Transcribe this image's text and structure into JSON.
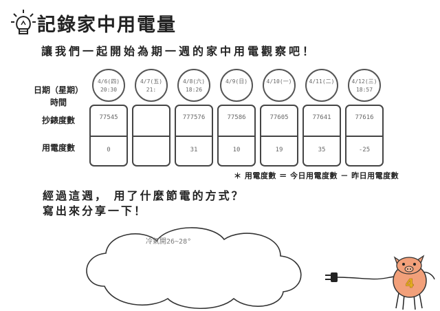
{
  "header": {
    "title": "記錄家中用電量",
    "icon": "lightbulb-icon"
  },
  "instruction": "讓我們一起開始為期一週的家中用電觀察吧！",
  "table": {
    "labels": {
      "date": "日期（星期）",
      "time": "時間",
      "reading": "抄錶度數",
      "usage": "用電度數"
    },
    "days": [
      {
        "date": "4/6(四)",
        "time": "20:30",
        "reading": "77545",
        "usage": "0"
      },
      {
        "date": "4/7(五)",
        "time": "21:",
        "reading": "",
        "usage": ""
      },
      {
        "date": "4/8(六)",
        "time": "18:26",
        "reading": "777576",
        "usage": "31"
      },
      {
        "date": "4/9(日)",
        "time": "",
        "reading": "77586",
        "usage": "10"
      },
      {
        "date": "4/10(一)",
        "time": "",
        "reading": "77605",
        "usage": "19"
      },
      {
        "date": "4/11(二)",
        "time": "",
        "reading": "77641",
        "usage": "35"
      },
      {
        "date": "4/12(三)",
        "time": "18:57",
        "reading": "77616",
        "usage": "-25"
      }
    ],
    "formula": "＊ 用電度數 ＝ 今日用電度數 － 昨日用電度數"
  },
  "question": {
    "line1": "經過這週， 用了什麼節電的方式？",
    "line2": "寫出來分享一下！"
  },
  "answer_note": "冷氣開26~28°",
  "mascot": {
    "number": "4",
    "icon": "pig-mascot-icon"
  },
  "plug_icon": "power-plug-icon",
  "colors": {
    "ink": "#222222",
    "pencil": "#666666",
    "mascot_pink": "#f2a07a",
    "mascot_number": "#e8b020"
  }
}
